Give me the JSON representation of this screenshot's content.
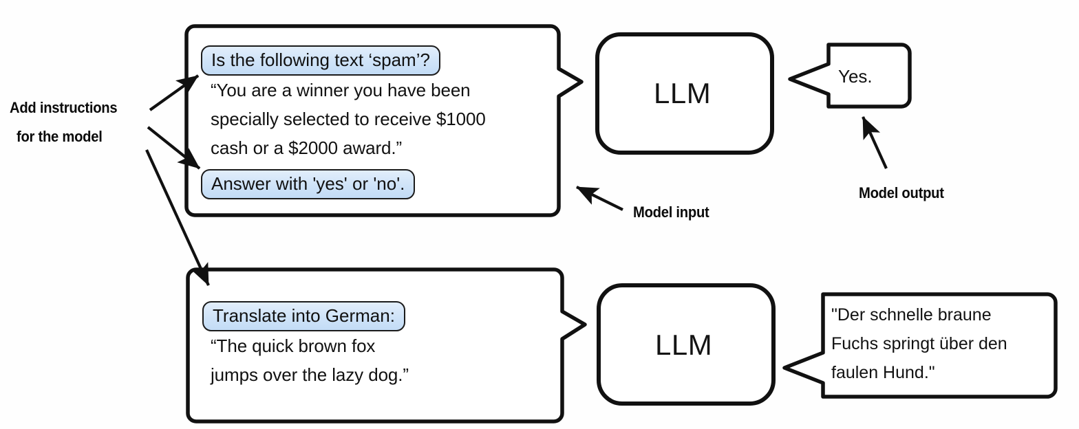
{
  "diagram": {
    "title": "LLM instruction prompting",
    "background_color": "#fefefe",
    "stroke_color": "#111111",
    "highlight_color": "#cfe3f8"
  },
  "annotations": {
    "add_instructions_line1": "Add instructions",
    "add_instructions_line2": "for the model",
    "model_input": "Model input",
    "model_output": "Model output"
  },
  "rows": [
    {
      "id": "spam-classification",
      "input_bubble": {
        "instruction_pill_top": "Is the following text ‘spam’?",
        "body_lines": [
          "“You are a winner you have been",
          "specially selected to receive $1000",
          "cash or a $2000 award.”"
        ],
        "instruction_pill_bottom": "Answer with 'yes' or 'no'."
      },
      "model": {
        "label": "LLM"
      },
      "output_bubble": {
        "lines": [
          "Yes."
        ]
      }
    },
    {
      "id": "translation",
      "input_bubble": {
        "instruction_pill_top": "Translate into German:",
        "body_lines": [
          "“The quick brown fox",
          "jumps over the lazy dog.”"
        ],
        "instruction_pill_bottom": null
      },
      "model": {
        "label": "LLM"
      },
      "output_bubble": {
        "lines": [
          "\"Der schnelle braune",
          "Fuchs springt über den",
          "faulen Hund.\""
        ]
      }
    }
  ]
}
